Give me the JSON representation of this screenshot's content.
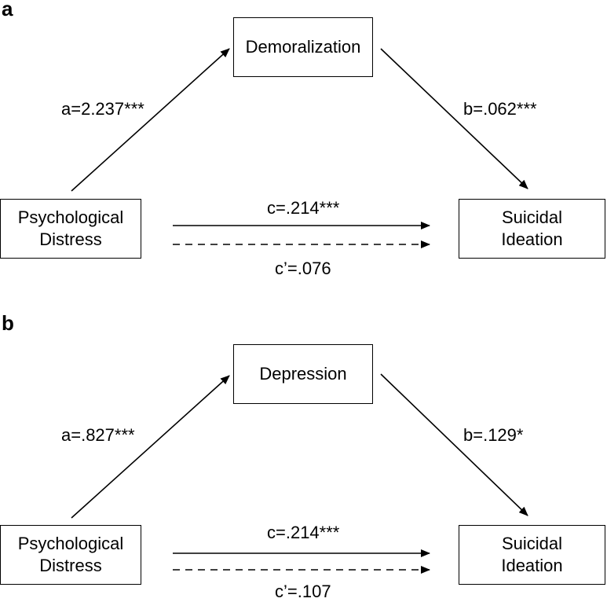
{
  "panels": [
    {
      "label": "a",
      "mediator": "Demoralization",
      "independent": "Psychological\nDistress",
      "dependent": "Suicidal\nIdeation",
      "path_a": "a=2.237***",
      "path_b": "b=.062***",
      "path_c": "c=.214***",
      "path_c_prime": "c’=.076"
    },
    {
      "label": "b",
      "mediator": "Depression",
      "independent": "Psychological\nDistress",
      "dependent": "Suicidal\nIdeation",
      "path_a": "a=.827***",
      "path_b": "b=.129*",
      "path_c": "c=.214***",
      "path_c_prime": "c’=.107"
    }
  ]
}
